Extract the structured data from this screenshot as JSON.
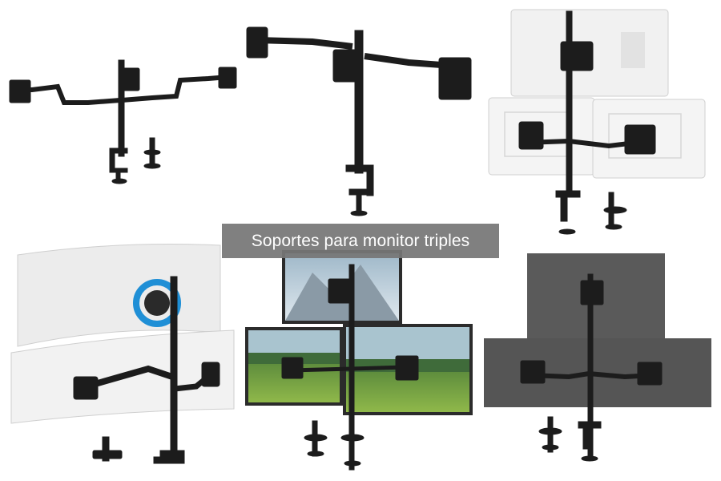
{
  "caption": "Soportes para monitor triples",
  "colors": {
    "background": "#ffffff",
    "caption_bg": "#767676",
    "caption_text": "#ffffff",
    "mount_metal": "#1a1a1a",
    "monitor_white": "#ececec",
    "monitor_grey": "#555555",
    "accent_ring": "#1f8fd6"
  },
  "panels": [
    {
      "id": "horizontal-triple-arm-mount",
      "content": "three monitor arms side by side on a single pole with desk clamp"
    },
    {
      "id": "horizontal-triple-arm-mount-large",
      "content": "triple arm mount with long horizontal arms and clamp base"
    },
    {
      "id": "white-monitors-stacked-mount",
      "content": "white monitors back view, one on top and two below on a tall pole"
    },
    {
      "id": "curved-ultrawide-stacked-mount",
      "content": "two curved white ultrawide monitors on a gas-spring stacked mount"
    },
    {
      "id": "landscape-wallpaper-stacked-monitors",
      "content": "three monitors showing mountain landscape on a stacked mount"
    },
    {
      "id": "grey-monitors-stacked-mount",
      "content": "dark grey monitors back view with triple stacked mount"
    }
  ]
}
